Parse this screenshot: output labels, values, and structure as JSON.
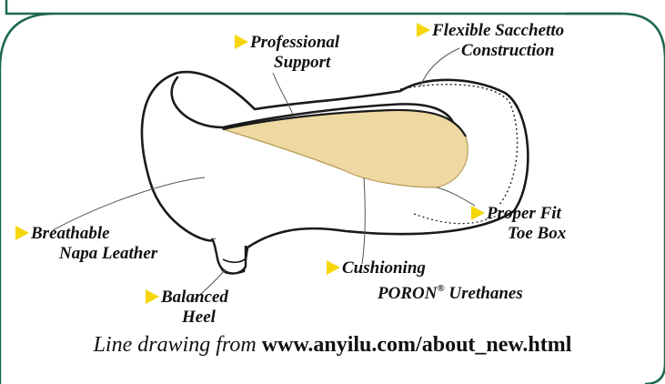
{
  "colors": {
    "frame": "#1d6a4a",
    "insole": "#efd9a2",
    "arrow": "#f5d60a",
    "outline": "#1a1a1a"
  },
  "labels": {
    "professional_support": [
      "Professional",
      "Support"
    ],
    "flexible_sacchetto": [
      "Flexible Sacchetto",
      "Construction"
    ],
    "proper_fit": [
      "Proper Fit",
      "Toe Box"
    ],
    "breathable": [
      "Breathable",
      "Napa Leather"
    ],
    "cushioning_line1": "Cushioning",
    "cushioning_line2_prefix": "PORON",
    "cushioning_line2_reg": "®",
    "cushioning_line2_suffix": " Urethanes",
    "balanced_heel": [
      "Balanced",
      "Heel"
    ]
  },
  "caption": {
    "italic_part": "Line drawing from",
    "url": "www.anyilu.com/about_new.html"
  }
}
